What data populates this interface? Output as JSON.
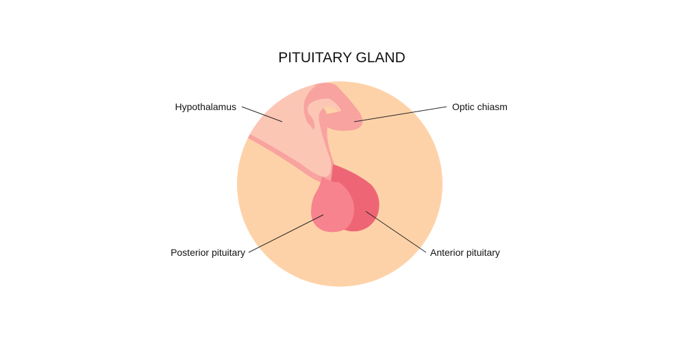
{
  "title": "PITUITARY GLAND",
  "labels": {
    "hypothalamus": "Hypothalamus",
    "optic_chiasm": "Optic chiasm",
    "posterior_pituitary": "Posterior pituitary",
    "anterior_pituitary": "Anterior pituitary"
  },
  "colors": {
    "background_circle": "#FED2A8",
    "hypothalamus": "#FCC6B5",
    "hypothalamus_outline": "#F8A3A0",
    "optic_chiasm": "#F8A3A0",
    "posterior_pituitary": "#F7838E",
    "anterior_pituitary": "#EE6675",
    "leader_line": "#222222",
    "text": "#111111"
  }
}
